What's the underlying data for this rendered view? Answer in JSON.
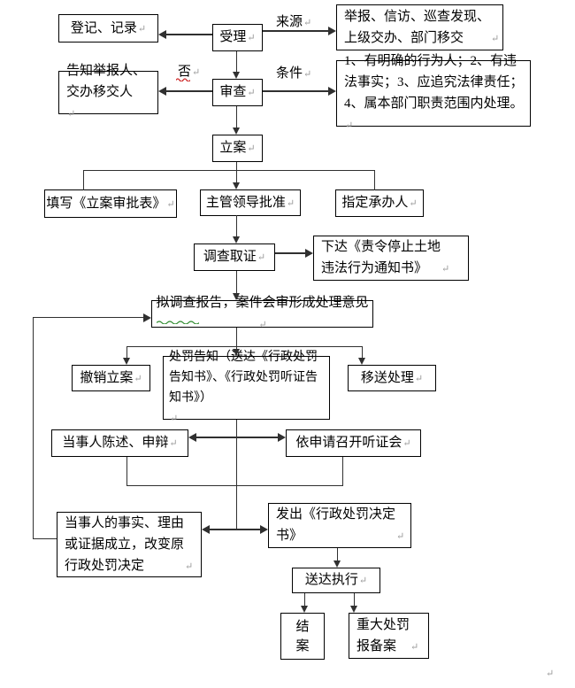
{
  "pmark": "↵",
  "colors": {
    "background": "#ffffff",
    "box_border": "#000000",
    "line": "#303030",
    "text": "#000000",
    "paragraph_mark": "#9a9a9a",
    "squiggle_red": "#cc2222",
    "squiggle_green": "#2e8b2e"
  },
  "annotations": {
    "source": "来源",
    "condition": "条件",
    "no": "否"
  },
  "nodes": [
    {
      "id": "registration-record",
      "label": "登记、记录"
    },
    {
      "id": "acceptance",
      "label": "受理"
    },
    {
      "id": "case-sources",
      "label": "举报、信访、巡查发现、\n上级交办、部门移交"
    },
    {
      "id": "notify-informant",
      "label": "告知举报人、\n交办移交人"
    },
    {
      "id": "review",
      "label": "审查"
    },
    {
      "id": "filing-conditions",
      "label": "1、有明确的行为人；2、有违\n法事实；3、应追究法律责任；\n4、属本部门职责范围内处理。"
    },
    {
      "id": "case-filing",
      "label": "立案"
    },
    {
      "id": "fill-approval-form",
      "label": "填写《立案审批表》"
    },
    {
      "id": "leader-approval",
      "label": "主管领导批准"
    },
    {
      "id": "assign-handler",
      "label": "指定承办人"
    },
    {
      "id": "investigation-evidence",
      "label": "调查取证"
    },
    {
      "id": "stop-violation-notice",
      "label": "下达《责令停止土地\n违法行为通知书》"
    },
    {
      "id": "investigation-report",
      "label": "拟调查报告，案件会审形成处理意见"
    },
    {
      "id": "revoke-filing",
      "label": "撤销立案"
    },
    {
      "id": "penalty-notification",
      "label": "处罚告知（送达《行政处罚\n告知书》、《行政处罚听证告\n知书》）"
    },
    {
      "id": "transfer-handling",
      "label": "移送处理"
    },
    {
      "id": "party-statement",
      "label": "当事人陈述、申辩"
    },
    {
      "id": "hearing-on-request",
      "label": "依申请召开听证会"
    },
    {
      "id": "change-original-decision",
      "label": "当事人的事实、理由\n或证据成立，改变原\n行政处罚决定"
    },
    {
      "id": "issue-penalty-decision",
      "label": "发出《行政处罚决定\n书》"
    },
    {
      "id": "serve-execute",
      "label": "送达执行"
    },
    {
      "id": "close-case",
      "label": "结\n案"
    },
    {
      "id": "major-penalty-report",
      "label": "重大处罚\n报备案"
    }
  ]
}
